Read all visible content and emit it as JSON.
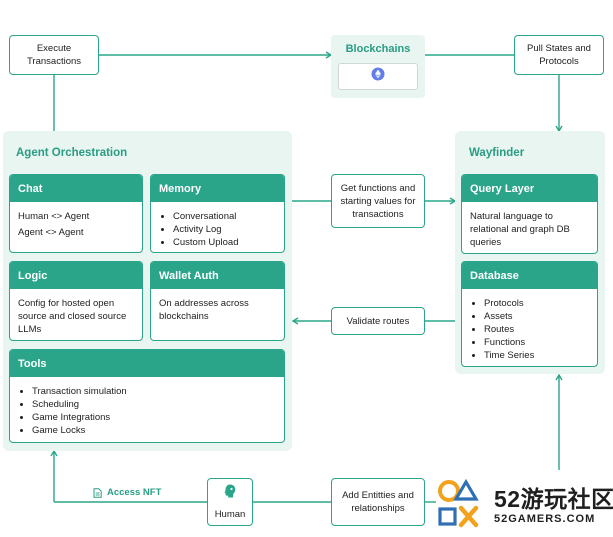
{
  "top": {
    "execute": "Execute Transactions",
    "blockchains_title": "Blockchains",
    "blockchains_icon": "ethereum-icon",
    "pull": "Pull States and Protocols"
  },
  "agent": {
    "title": "Agent Orchestration",
    "chat": {
      "title": "Chat",
      "lines": [
        "Human <> Agent",
        "Agent <> Agent"
      ]
    },
    "memory": {
      "title": "Memory",
      "items": [
        "Conversational",
        "Activity Log",
        "Custom Upload"
      ]
    },
    "logic": {
      "title": "Logic",
      "text": "Config for hosted open source and closed source LLMs"
    },
    "wallet": {
      "title": "Wallet Auth",
      "text": "On addresses across blockchains"
    },
    "tools": {
      "title": "Tools",
      "items": [
        "Transaction simulation",
        "Scheduling",
        "Game Integrations",
        "Game Locks"
      ]
    }
  },
  "middle": {
    "get_functions": "Get functions and starting values for transactions",
    "validate": "Validate routes"
  },
  "wayfinder": {
    "title": "Wayfinder",
    "query": {
      "title": "Query Layer",
      "text": "Natural language to relational and graph DB queries"
    },
    "database": {
      "title": "Database",
      "items": [
        "Protocols",
        "Assets",
        "Routes",
        "Functions",
        "Time Series"
      ]
    }
  },
  "bottom": {
    "access_nft": "Access NFT",
    "human": "Human",
    "add_entities": "Add Entitties and relationships"
  },
  "watermark": {
    "text_top": "52游玩社区",
    "text_bottom": "52GAMERS.COM"
  },
  "colors": {
    "accent": "#2aa58a",
    "panel": "#e9f5f1",
    "watermark": "#f2a21b"
  }
}
